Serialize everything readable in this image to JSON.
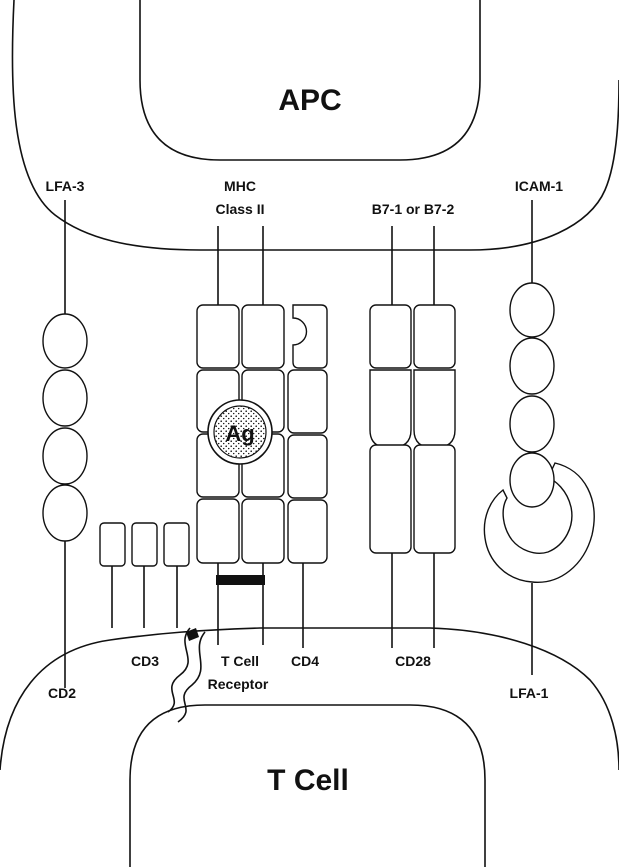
{
  "cells": {
    "apc": "APC",
    "tcell": "T Cell"
  },
  "labels": {
    "lfa3": "LFA-3",
    "mhc_line1": "MHC",
    "mhc_line2": "Class II",
    "b7": "B7-1 or B7-2",
    "icam1": "ICAM-1",
    "cd2": "CD2",
    "cd3": "CD3",
    "tcr_line1": "T Cell",
    "tcr_line2": "Receptor",
    "cd4": "CD4",
    "cd28": "CD28",
    "lfa1": "LFA-1",
    "antigen": "Ag"
  }
}
